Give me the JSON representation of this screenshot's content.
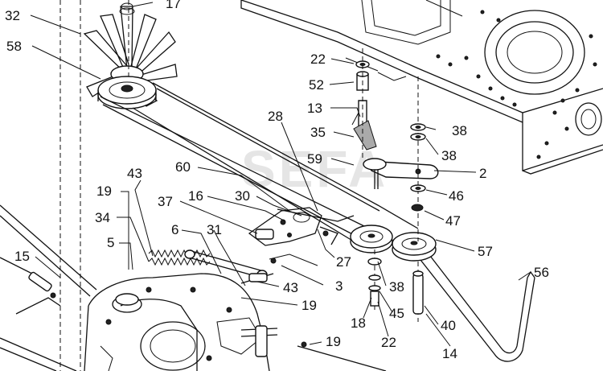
{
  "watermark": "SEFA",
  "callouts": [
    {
      "id": "32",
      "text": "32"
    },
    {
      "id": "17",
      "text": "17"
    },
    {
      "id": "58",
      "text": "58"
    },
    {
      "id": "22a",
      "text": "22"
    },
    {
      "id": "52",
      "text": "52"
    },
    {
      "id": "13",
      "text": "13"
    },
    {
      "id": "35",
      "text": "35"
    },
    {
      "id": "38a",
      "text": "38"
    },
    {
      "id": "38b",
      "text": "38"
    },
    {
      "id": "28",
      "text": "28"
    },
    {
      "id": "59",
      "text": "59"
    },
    {
      "id": "2",
      "text": "2"
    },
    {
      "id": "60",
      "text": "60"
    },
    {
      "id": "46",
      "text": "46"
    },
    {
      "id": "43a",
      "text": "43"
    },
    {
      "id": "16",
      "text": "16"
    },
    {
      "id": "30",
      "text": "30"
    },
    {
      "id": "19a",
      "text": "19"
    },
    {
      "id": "37",
      "text": "37"
    },
    {
      "id": "47",
      "text": "47"
    },
    {
      "id": "34",
      "text": "34"
    },
    {
      "id": "6",
      "text": "6"
    },
    {
      "id": "31",
      "text": "31"
    },
    {
      "id": "57",
      "text": "57"
    },
    {
      "id": "5",
      "text": "5"
    },
    {
      "id": "27",
      "text": "27"
    },
    {
      "id": "15",
      "text": "15"
    },
    {
      "id": "56",
      "text": "56"
    },
    {
      "id": "3",
      "text": "3"
    },
    {
      "id": "38c",
      "text": "38"
    },
    {
      "id": "43b",
      "text": "43"
    },
    {
      "id": "19b",
      "text": "19"
    },
    {
      "id": "45",
      "text": "45"
    },
    {
      "id": "18",
      "text": "18"
    },
    {
      "id": "40",
      "text": "40"
    },
    {
      "id": "22b",
      "text": "22"
    },
    {
      "id": "19c",
      "text": "19"
    },
    {
      "id": "14",
      "text": "14"
    }
  ]
}
